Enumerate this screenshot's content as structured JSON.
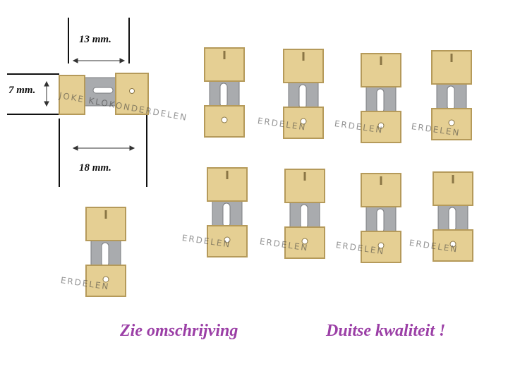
{
  "dimensions": {
    "width_top": "13 mm.",
    "height": "7 mm.",
    "width_bottom": "18 mm."
  },
  "watermark": {
    "full": "JOKE KLOKONDERDELEN",
    "short": "ERDELEN"
  },
  "captions": {
    "left": "Zie omschrijving",
    "right": "Duitse kwaliteit !"
  },
  "colors": {
    "brass": "#e5cf93",
    "brass_dark": "#b59a5a",
    "steel": "#a9abae",
    "caption": "#9b3fa6"
  }
}
